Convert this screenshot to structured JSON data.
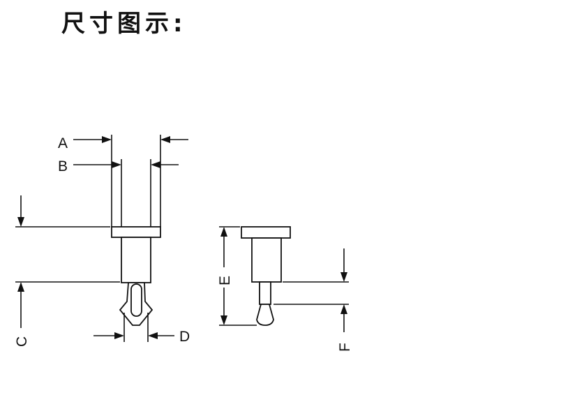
{
  "title": "尺寸图示:",
  "dimensions": {
    "a": "A",
    "b": "B",
    "c": "C",
    "d": "D",
    "e": "E",
    "f": "F"
  }
}
